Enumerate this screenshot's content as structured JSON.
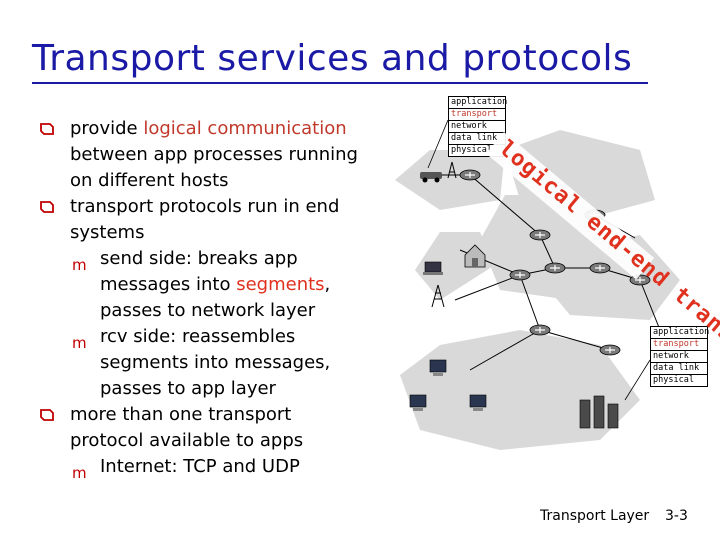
{
  "title": "Transport services and protocols",
  "bullets": [
    {
      "pre": "provide ",
      "hl": "logical communication",
      "post": " between app processes running on different hosts"
    },
    {
      "text": "transport protocols run in end systems"
    },
    {
      "pre": "send side: breaks app messages into ",
      "hl": "segments",
      "post": ", passes to  network layer",
      "sub": true
    },
    {
      "text": "rcv side: reassembles segments into messages, passes to app layer",
      "sub": true
    },
    {
      "text": "more than one transport protocol available to apps"
    },
    {
      "text": "Internet: TCP and UDP",
      "sub": true
    }
  ],
  "stack_top": [
    "application",
    "transport",
    "network",
    "data link",
    "physical"
  ],
  "stack_bottom": [
    "application",
    "transport",
    "network",
    "data link",
    "physical"
  ],
  "arrow_label": "logical end-end transport",
  "footer": {
    "left": "Transport Layer",
    "right": "3-3"
  },
  "colors": {
    "title": "#1a1aa6",
    "highlight": "#c0392b",
    "arrow": "#e0301e",
    "network_bg": "#d9d9d9"
  }
}
